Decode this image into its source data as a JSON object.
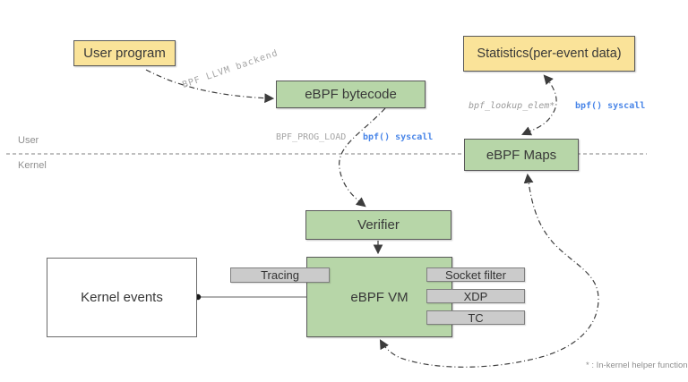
{
  "boxes": {
    "user_program": {
      "label": "User program"
    },
    "ebpf_bytecode": {
      "label": "eBPF bytecode"
    },
    "statistics": {
      "label": "Statistics(per-event data)"
    },
    "ebpf_maps": {
      "label": "eBPF Maps"
    },
    "verifier": {
      "label": "Verifier"
    },
    "ebpf_vm": {
      "label": "eBPF VM"
    },
    "kernel_events": {
      "label": "Kernel events"
    }
  },
  "chips": {
    "tracing": {
      "label": "Tracing"
    },
    "socket_filter": {
      "label": "Socket filter"
    },
    "xdp": {
      "label": "XDP"
    },
    "tc": {
      "label": "TC"
    }
  },
  "edge_labels": {
    "llvm_backend": "BPF LLVM backend",
    "bpf_prog_load": "BPF_PROG_LOAD",
    "bpf_syscall_left": "bpf() syscall",
    "bpf_lookup_elem": "bpf_lookup_elem*",
    "bpf_syscall_right": "bpf() syscall"
  },
  "boundary": {
    "user_label": "User",
    "kernel_label": "Kernel"
  },
  "footnote": "* : In-kernel helper function",
  "colors": {
    "yellow_fill": "#fae399",
    "green_fill": "#b7d6a8",
    "gray_fill": "#cbcbcb",
    "blue_text": "#4a86e8",
    "gray_text": "#a5a5a5",
    "arrow_stroke": "#3c3c3c",
    "border": "#595959"
  }
}
